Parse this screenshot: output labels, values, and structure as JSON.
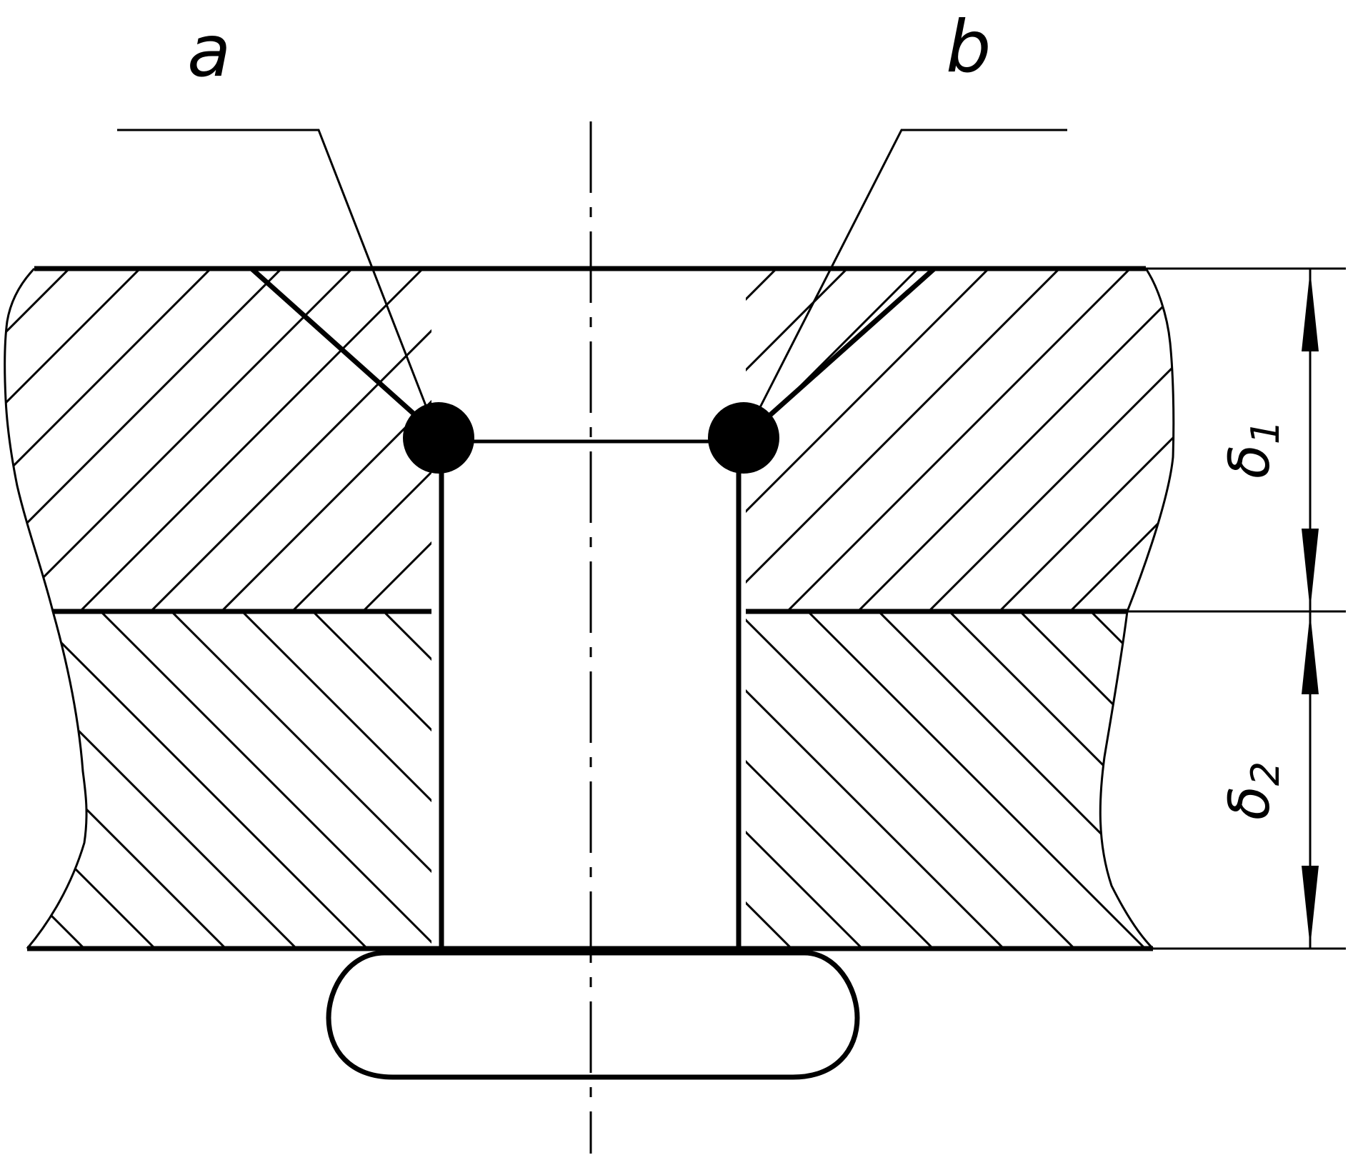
{
  "labels": {
    "point_a": "a",
    "point_b": "b",
    "thickness_top_symbol": "δ",
    "thickness_top_index": "1",
    "thickness_bottom_symbol": "δ",
    "thickness_bottom_index": "2"
  },
  "colors": {
    "ink": "#000000",
    "paper": "#ffffff"
  }
}
